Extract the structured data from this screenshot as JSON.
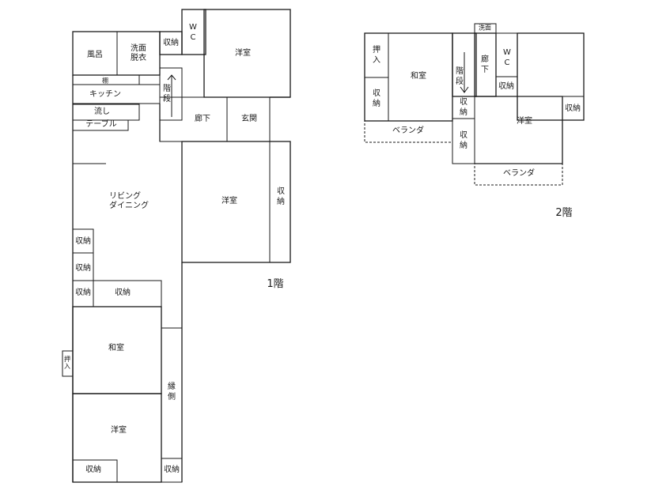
{
  "floor1": {
    "title": "1階",
    "rooms": {
      "bath": "風呂",
      "washroom": "洗面\n脱衣",
      "storage_top": "収納",
      "wc": "WC",
      "western_ne": "洋室",
      "shelf": "棚",
      "kitchen": "キッチン",
      "sink": "流し",
      "table": "テーブル",
      "stairs": "階段",
      "hallway": "廊下",
      "entrance": "玄関",
      "living": "リビング\nダイニング",
      "western_center": "洋室",
      "storage_east": "収納",
      "storage_l1": "収納",
      "storage_l2": "収納",
      "storage_l3": "収納",
      "storage_l4": "収納",
      "japanese": "和室",
      "closet": "押入",
      "veranda_side": "縁側",
      "western_south": "洋室",
      "storage_s1": "収納",
      "storage_s2": "収納"
    }
  },
  "floor2": {
    "title": "2階",
    "rooms": {
      "closet": "押入",
      "storage_w": "収納",
      "japanese": "和室",
      "washroom": "洗面",
      "stairs": "階段",
      "hallway": "廊下",
      "wc": "WC",
      "storage_wc": "収納",
      "storage_c1": "収納",
      "storage_c2": "収納",
      "storage_e": "収納",
      "western": "洋室",
      "veranda_w": "ベランダ",
      "veranda_e": "ベランダ"
    }
  }
}
